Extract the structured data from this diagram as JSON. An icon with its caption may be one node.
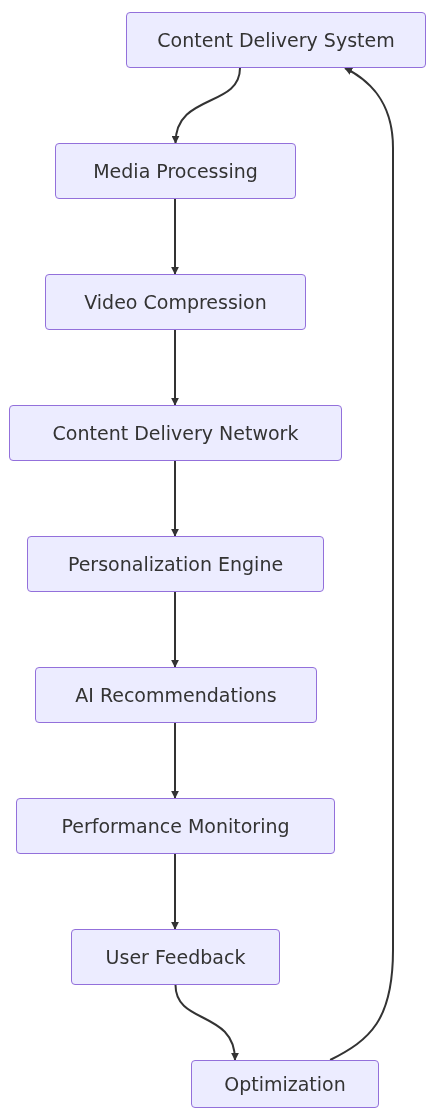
{
  "diagram": {
    "nodes": [
      {
        "text": [
          "Content Delivery System"
        ]
      },
      {
        "text": [
          "Media Processing"
        ]
      },
      {
        "text": [
          "Video Compression"
        ]
      },
      {
        "text": [
          "Content Delivery Network"
        ]
      },
      {
        "text": [
          "Personalization Engine"
        ]
      },
      {
        "text": [
          "AI Recommendations"
        ]
      },
      {
        "text": [
          "Performance Monitoring"
        ]
      },
      {
        "text": [
          "User Feedback"
        ]
      },
      {
        "text": [
          "Optimization"
        ]
      }
    ],
    "edges": [
      {
        "from": 0,
        "to": 1,
        "arrow": "to"
      },
      {
        "from": 1,
        "to": 2,
        "arrow": "to"
      },
      {
        "from": 2,
        "to": 3,
        "arrow": "to"
      },
      {
        "from": 3,
        "to": 4,
        "arrow": "to"
      },
      {
        "from": 4,
        "to": 5,
        "arrow": "to"
      },
      {
        "from": 5,
        "to": 6,
        "arrow": "to"
      },
      {
        "from": 6,
        "to": 7,
        "arrow": "to"
      },
      {
        "from": 7,
        "to": 8,
        "arrow": "to"
      },
      {
        "from": 8,
        "to": 0,
        "arrow": "to"
      }
    ]
  }
}
